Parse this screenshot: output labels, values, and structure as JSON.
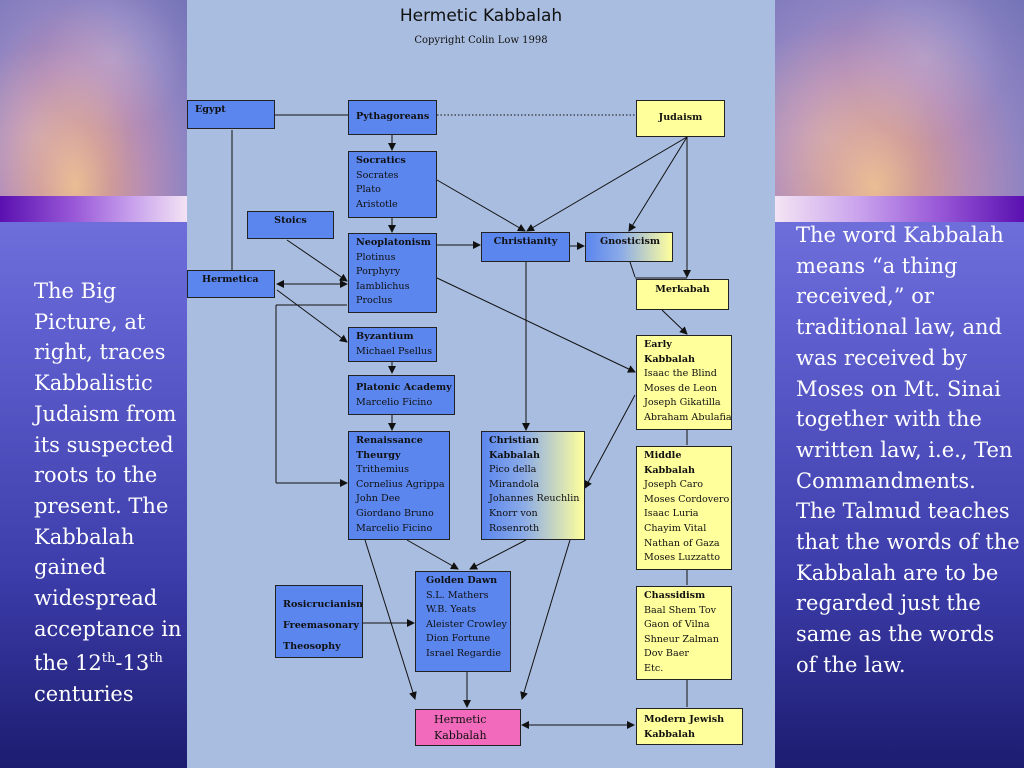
{
  "left_text_pre": "The Big Picture, at right, traces Kabbalistic Judaism from its suspected roots to the present. The Kabbalah gained widespread acceptance in the 12",
  "left_sup1": "th",
  "left_mid": "-13",
  "left_sup2": "th",
  "left_text_post": " centuries",
  "right_text": "The word Kabbalah means “a thing received,” or traditional law, and was received by Moses on Mt. Sinai together with the written law, i.e., Ten Commandments. The Talmud teaches that the words of the Kabbalah are to be regarded just the same as the words of the law.",
  "diagram": {
    "title": "Hermetic Kabbalah",
    "subtitle": "Copyright Colin Low 1998",
    "nodes": {
      "egypt": [
        "Egypt"
      ],
      "pythagoreans": [
        "Pythagoreans"
      ],
      "judaism": [
        "Judaism"
      ],
      "socratics": [
        "Socratics",
        "Socrates",
        "Plato",
        "Aristotle"
      ],
      "stoics": [
        "Stoics"
      ],
      "neoplatonism": [
        "Neoplatonism",
        "Plotinus",
        "Porphyry",
        "Iamblichus",
        "Proclus"
      ],
      "christianity": [
        "Christianity"
      ],
      "gnosticism": [
        "Gnosticism"
      ],
      "hermetica": [
        "Hermetica"
      ],
      "merkabah": [
        "Merkabah"
      ],
      "byzantium": [
        "Byzantium",
        "Michael Psellus"
      ],
      "early_kabbalah": [
        "Early",
        "Kabbalah",
        "Isaac the Blind",
        "Moses de Leon",
        "Joseph Gikatilla",
        "Abraham Abulafia"
      ],
      "platonic_academy": [
        "Platonic Academy",
        "Marcelio Ficino"
      ],
      "renaissance_theurgy": [
        "Renaissance",
        "Theurgy",
        "Trithemius",
        "Cornelius Agrippa",
        "John Dee",
        "Giordano Bruno",
        "Marcelio Ficino"
      ],
      "christian_kabbalah": [
        "Christian",
        "Kabbalah",
        "Pico della",
        "Mirandola",
        "Johannes Reuchlin",
        "Knorr von",
        "Rosenroth"
      ],
      "middle_kabbalah": [
        "Middle",
        "Kabbalah",
        "Joseph Caro",
        "Moses Cordovero",
        "Isaac Luria",
        "Chayim Vital",
        "Nathan of Gaza",
        "Moses Luzzatto"
      ],
      "golden_dawn": [
        "Golden Dawn",
        "S.L. Mathers",
        "W.B. Yeats",
        "Aleister Crowley",
        "Dion Fortune",
        "Israel Regardie"
      ],
      "rosicrucianism": [
        "Rosicrucianism",
        "Freemasonary",
        "Theosophy"
      ],
      "chassidism": [
        "Chassidism",
        "Baal Shem Tov",
        "Gaon of Vilna",
        "Shneur Zalman",
        "Dov Baer",
        "Etc."
      ],
      "hermetic_kabbalah": [
        "Hermetic",
        "Kabbalah"
      ],
      "modern_jewish_kabbalah": [
        "Modern Jewish",
        "Kabbalah"
      ]
    }
  }
}
